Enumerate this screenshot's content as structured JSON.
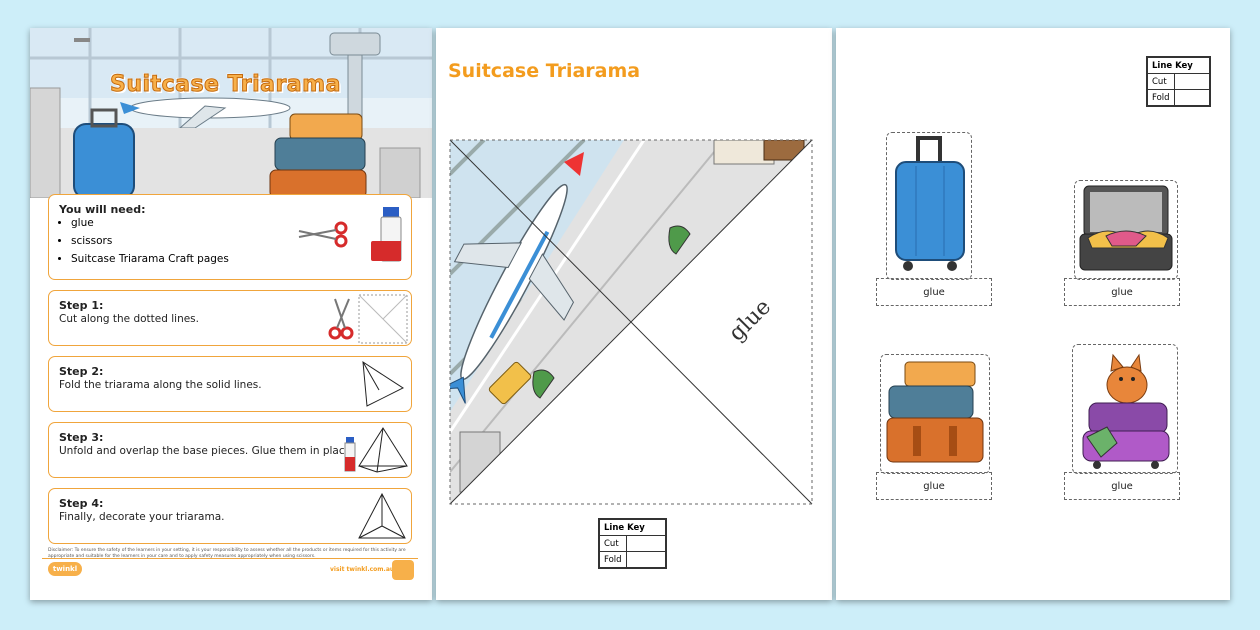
{
  "left_page": {
    "title": "Suitcase Triarama",
    "need": {
      "heading": "You will need:",
      "items": [
        "glue",
        "scissors",
        "Suitcase Triarama Craft pages"
      ]
    },
    "steps": [
      {
        "heading": "Step 1:",
        "text": "Cut along the dotted lines."
      },
      {
        "heading": "Step 2:",
        "text": "Fold the triarama along the solid lines."
      },
      {
        "heading": "Step 3:",
        "text": "Unfold and overlap the base pieces. Glue them in place."
      },
      {
        "heading": "Step 4:",
        "text": "Finally, decorate your triarama."
      }
    ],
    "disclaimer": "Disclaimer: To ensure the safety of the learners in your setting, it is your responsibility to assess whether all the products or items required for this activity are appropriate and suitable for the learners in your care and to apply safety measures appropriately when using scissors.",
    "logo": "twinkl",
    "url": "visit twinkl.com.au"
  },
  "middle_page": {
    "title": "Suitcase Triarama",
    "glue_label": "glue",
    "line_key": {
      "heading": "Line Key",
      "cut": "Cut",
      "fold": "Fold"
    }
  },
  "right_page": {
    "line_key": {
      "heading": "Line Key",
      "cut": "Cut",
      "fold": "Fold"
    },
    "glue_labels": [
      "glue",
      "glue",
      "glue",
      "glue"
    ]
  },
  "colors": {
    "background": "#cdeef9",
    "accent_orange": "#f39c1e",
    "suitcase_blue": "#3b8fd6"
  }
}
